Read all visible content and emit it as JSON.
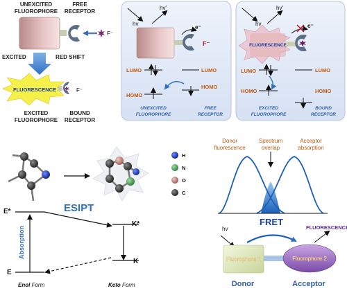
{
  "pet_left": {
    "unexcited_fluorophore": [
      "UNEXCITED",
      "FLUOROPHORE"
    ],
    "free_receptor": [
      "FREE",
      "RECEPTOR"
    ],
    "anion": "F⁻",
    "excited_side": "EXCITED",
    "red_shift": "RED SHIFT",
    "fluorescence": "FLUORESCENCE",
    "excited_fluorophore": [
      "EXCITED",
      "FLUOROPHORE"
    ],
    "bound_receptor": [
      "BOUND",
      "RECEPTOR"
    ]
  },
  "pet_panel1": {
    "hv": "hv",
    "hv_prime": "hv′",
    "electron": "e⁻",
    "anion": "F⁻",
    "lumo_left": "LUMO",
    "lumo_right": "LUMO",
    "homo_left": "HOMO",
    "homo_right": "HOMO",
    "cap_left": [
      "UNEXCITED",
      "FLUOROPHORE"
    ],
    "cap_right": [
      "FREE",
      "RECEPTOR"
    ]
  },
  "pet_panel2": {
    "hv": "hv",
    "hv_prime": "hv′",
    "electron": "e⁻",
    "fluorescence": "FLUORESCENCE",
    "lumo_left": "LUMO",
    "lumo_right": "LUMO",
    "homo_left": "HOMO",
    "homo_right": "HOMO",
    "cap_left": [
      "EXCITED",
      "FLUOROPHORE"
    ],
    "cap_right": [
      "BOUND",
      "RECEPTOR"
    ]
  },
  "esipt": {
    "title": "ESIPT",
    "legend": [
      "H",
      "N",
      "O",
      "C"
    ],
    "legend_colors": [
      "#1c3fd6",
      "#3a9a4a",
      "#c07a6e",
      "#3a3a3a"
    ],
    "e_star": "E*",
    "e": "E",
    "k_star": "K*",
    "k": "K",
    "absorption": "Absorption",
    "enol": "Enol",
    "enol_suffix": " Form",
    "keto": "Keto",
    "keto_suffix": " Form"
  },
  "fret": {
    "donor_fluorescence": [
      "Donor",
      "fluorescence"
    ],
    "spectrum_overlap": [
      "Spectrum",
      "overlap"
    ],
    "acceptor_absorption": [
      "Acceptor",
      "absorption"
    ],
    "title": "FRET",
    "hv": "hv",
    "fluorescence": "FLUORESCENCE",
    "fluorophore1": "Fluorophore 1",
    "fluorophore2": "Fluorophore 2",
    "donor": "Donor",
    "acceptor": "Acceptor"
  }
}
